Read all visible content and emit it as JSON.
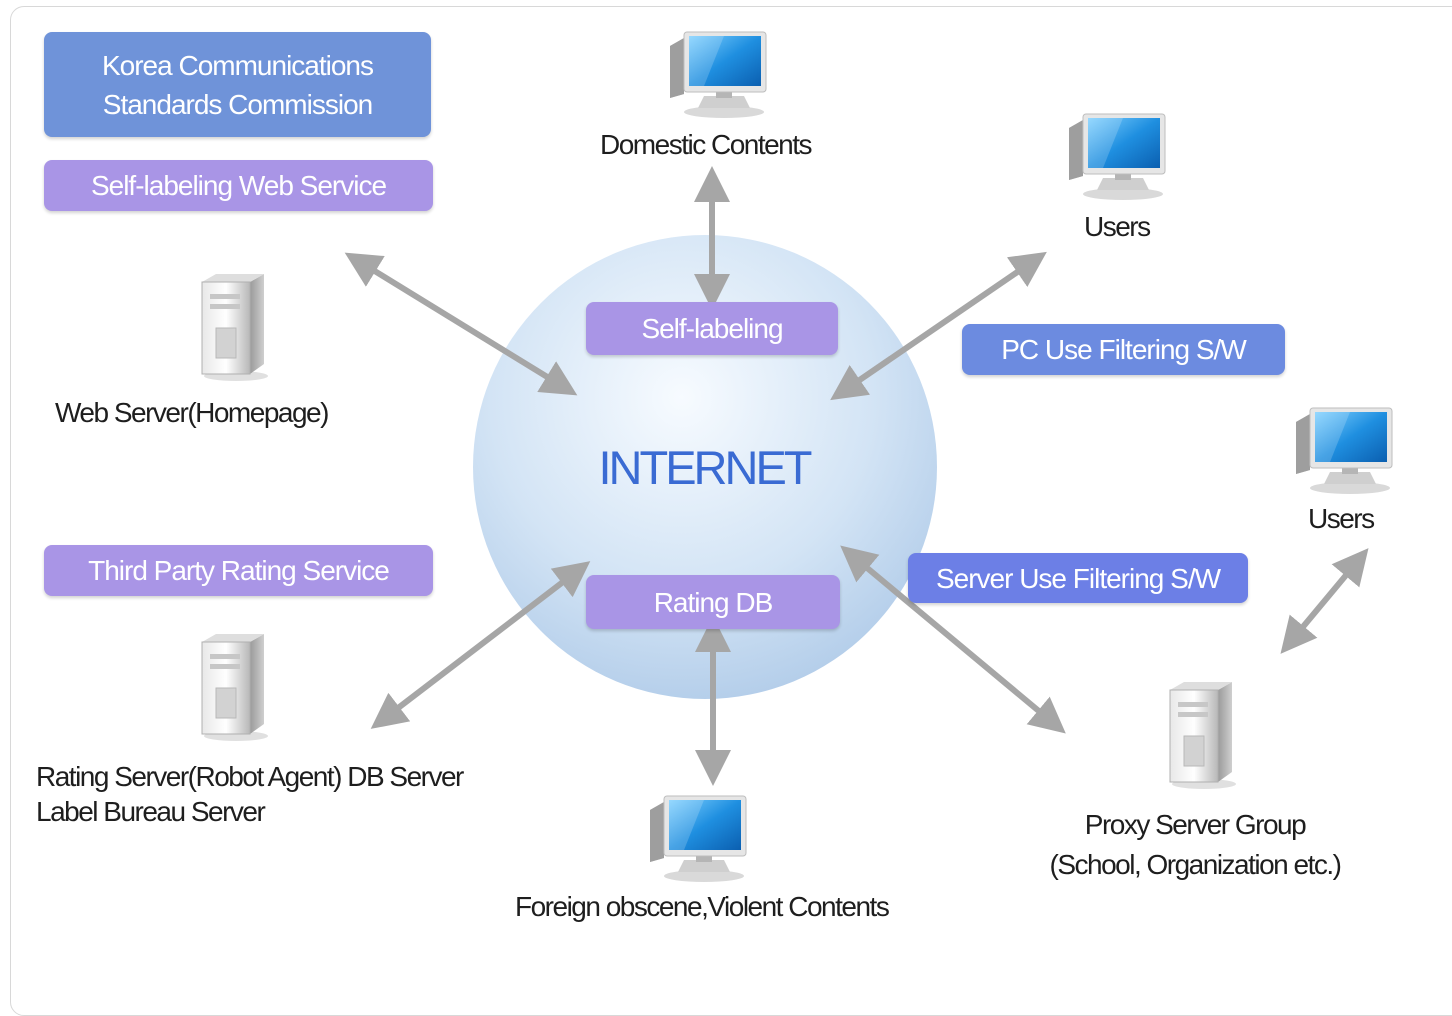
{
  "center_label": "INTERNET",
  "boxes": {
    "kcsc": "Korea Communications Standards Commission",
    "self_labeling_web_service": "Self-labeling Web Service",
    "self_labeling": "Self-labeling",
    "pc_filtering": "PC Use Filtering S/W",
    "third_party": "Third Party Rating Service",
    "rating_db": "Rating DB",
    "server_filtering": "Server Use Filtering S/W"
  },
  "labels": {
    "domestic_contents": "Domestic Contents",
    "users_top": "Users",
    "web_server": "Web Server(Homepage)",
    "users_right": "Users",
    "rating_server_line1": "Rating Server(Robot Agent) DB Server",
    "rating_server_line2": "Label Bureau Server",
    "proxy_line1": "Proxy Server Group",
    "proxy_line2": "(School, Organization etc.)",
    "foreign_contents": "Foreign obscene,Violent Contents"
  },
  "icons": {
    "monitor": "computer-monitor-icon",
    "server": "server-tower-icon"
  },
  "colors": {
    "globe": "#c6dcf0",
    "arrow": "#a6a6a6",
    "internet_text": "#3a6bd3",
    "box_blue": "#6f93d9",
    "box_purple": "#a995e6",
    "box_royal": "#6c7fe6"
  }
}
